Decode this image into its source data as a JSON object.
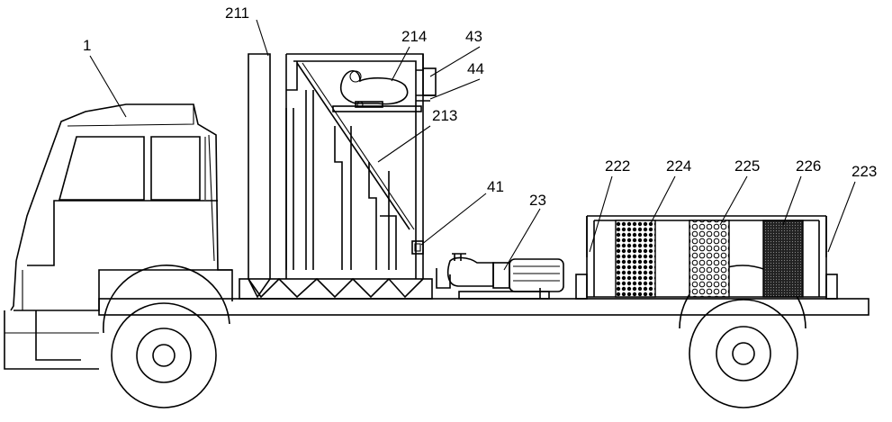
{
  "labels": {
    "truck_cab": "1",
    "tank_211": "211",
    "unit_214": "214",
    "part_43": "43",
    "part_44": "44",
    "part_213": "213",
    "part_41": "41",
    "pump_23": "23",
    "part_222": "222",
    "part_224": "224",
    "part_225": "225",
    "part_226": "226",
    "part_223": "223"
  }
}
